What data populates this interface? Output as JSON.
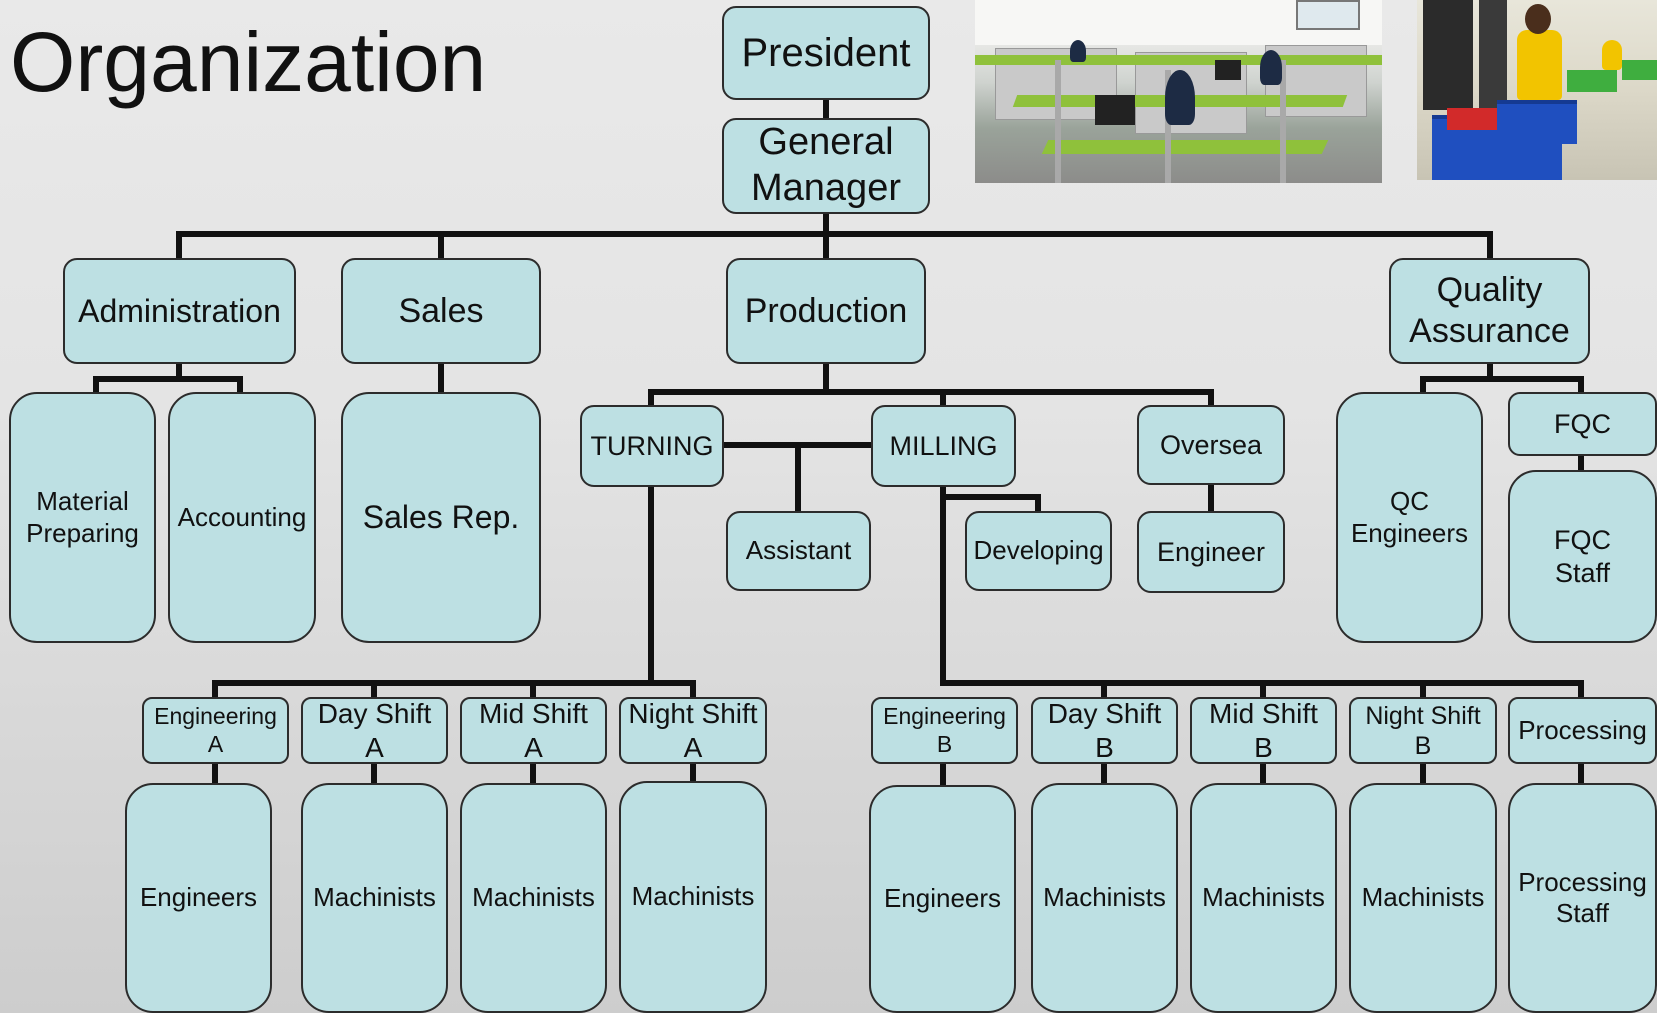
{
  "title": "Organization",
  "colors": {
    "box_fill": "#bde0e3",
    "box_border": "#2c2c2c",
    "connector": "#111111"
  },
  "org": {
    "president": "President",
    "general_manager": "General\nManager",
    "departments": {
      "administration": "Administration",
      "sales": "Sales",
      "production": "Production",
      "quality_assurance": "Quality\nAssurance"
    },
    "administration_units": {
      "material_preparing": "Material\nPreparing",
      "accounting": "Accounting"
    },
    "sales_units": {
      "sales_rep": "Sales Rep."
    },
    "production_units": {
      "turning": "TURNING",
      "milling": "MILLING",
      "oversea": "Oversea",
      "assistant": "Assistant",
      "developing": "Developing",
      "oversea_engineer": "Engineer"
    },
    "quality_units": {
      "qc_engineers": "QC\nEngineers",
      "fqc": "FQC",
      "fqc_staff": "FQC\nStaff"
    },
    "turning_groups": [
      {
        "label": "Engineering\nA",
        "staff": "Engineers"
      },
      {
        "label": "Day Shift\nA",
        "staff": "Machinists"
      },
      {
        "label": "Mid Shift\nA",
        "staff": "Machinists"
      },
      {
        "label": "Night Shift\nA",
        "staff": "Machinists"
      }
    ],
    "milling_groups": [
      {
        "label": "Engineering\nB",
        "staff": "Engineers"
      },
      {
        "label": "Day Shift\nB",
        "staff": "Machinists"
      },
      {
        "label": "Mid Shift\nB",
        "staff": "Machinists"
      },
      {
        "label": "Night Shift\nB",
        "staff": "Machinists"
      },
      {
        "label": "Processing",
        "staff": "Processing\nStaff"
      }
    ]
  },
  "photos": [
    "office-photo",
    "warehouse-photo"
  ]
}
